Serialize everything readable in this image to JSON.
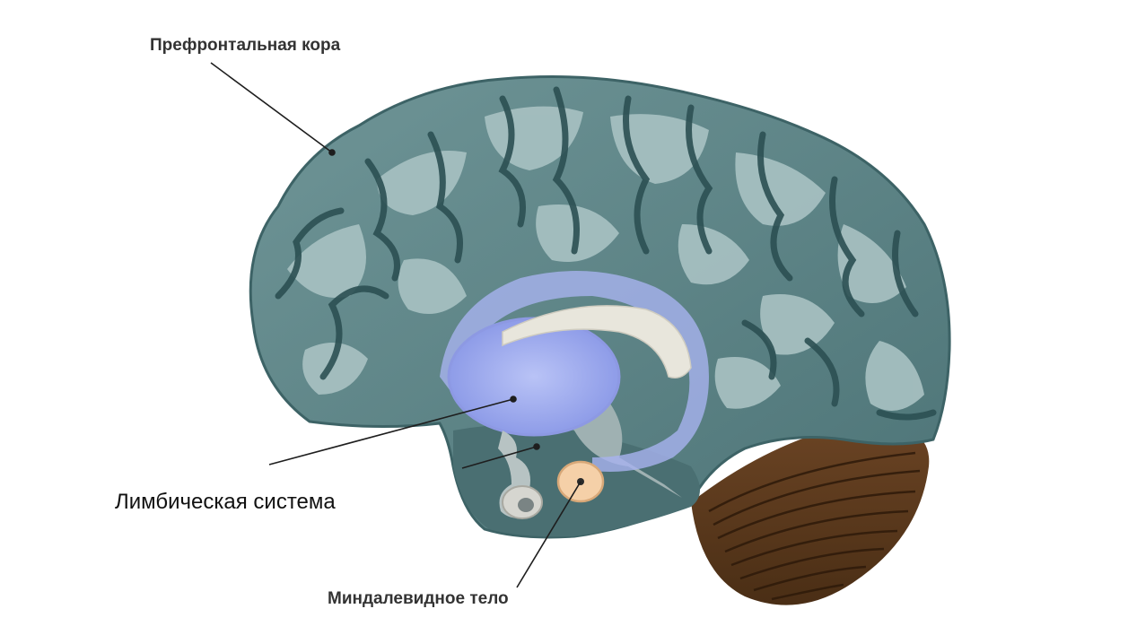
{
  "labels": {
    "prefrontal_cortex": "Префронтальная кора",
    "limbic_system": "Лимбическая система",
    "amygdala": "Миндалевидное тело"
  },
  "colors": {
    "cortex_base": "#5f8688",
    "cortex_light": "#a9c3c3",
    "cortex_dark": "#2f5457",
    "limbic_blue": "#a8b3ef",
    "cerebellum": "#5b3a1e",
    "amygdala": "#f5d0a8"
  }
}
